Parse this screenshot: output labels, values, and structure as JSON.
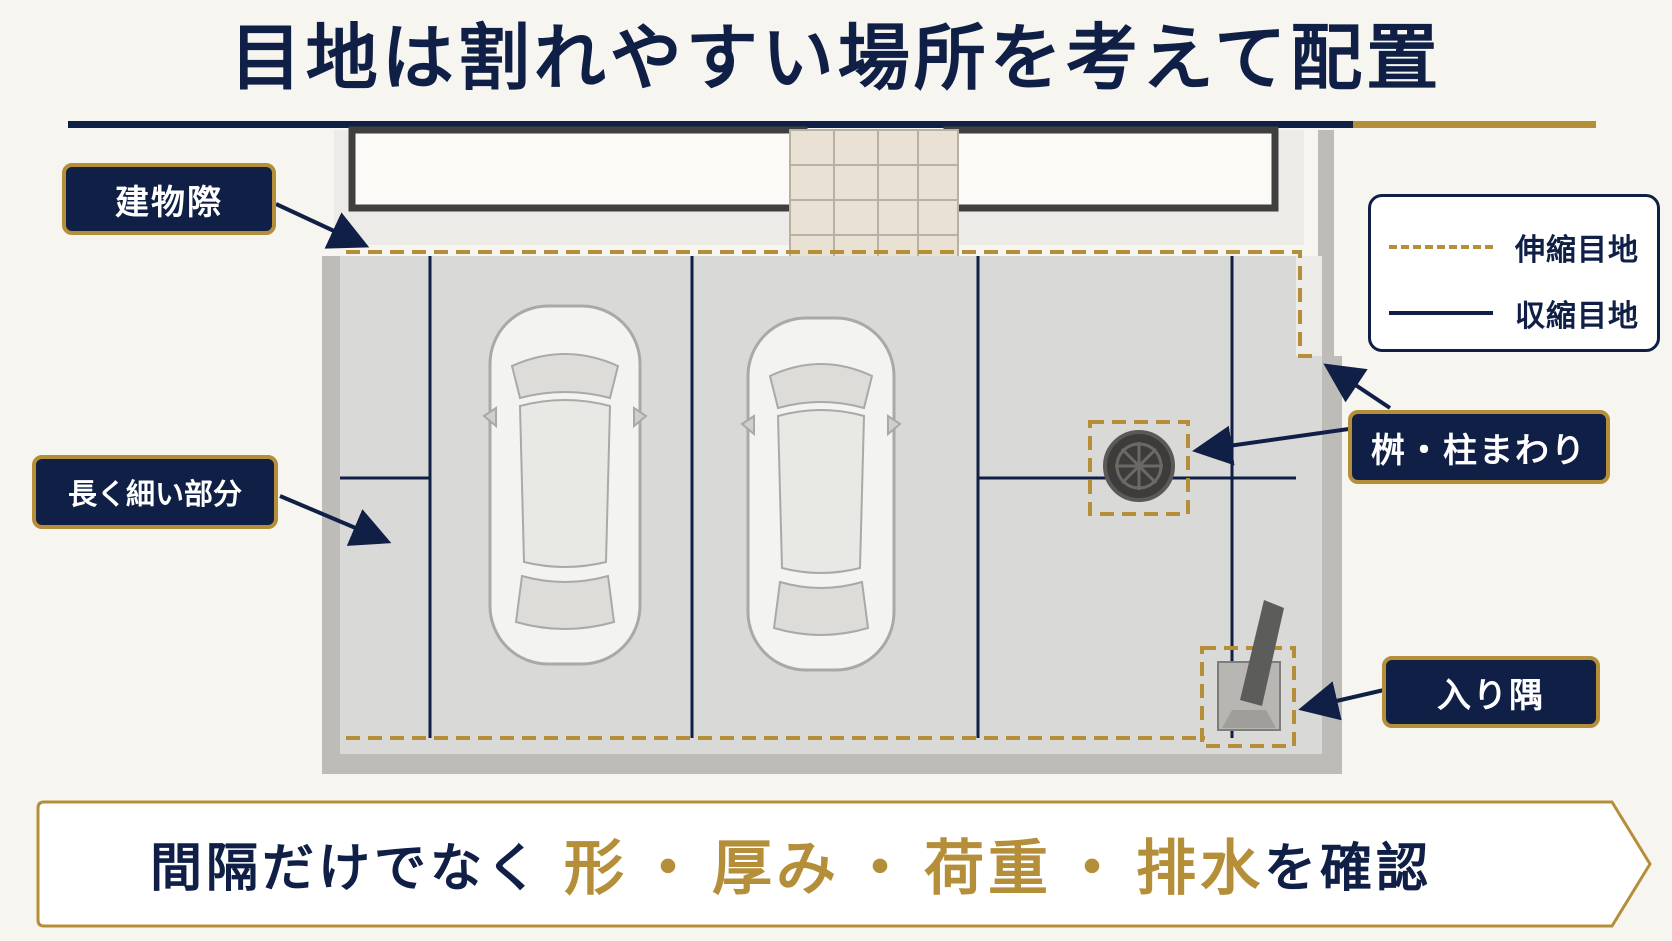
{
  "title": "目地は割れやすい場所を考えて配置",
  "legend": {
    "expansion_joint": "伸縮目地",
    "contraction_joint": "収縮目地"
  },
  "callouts": {
    "building_edge": "建物際",
    "long_narrow": "長く細い部分",
    "basin_pillar": "桝・柱まわり",
    "inside_corner": "入り隅"
  },
  "banner": {
    "prefix": "間隔だけでなく",
    "item1": "形",
    "sep1": "・",
    "item2": "厚み",
    "sep2": "・",
    "item3": "荷重",
    "sep3": "・",
    "item4": "排水",
    "suffix": "を確認"
  },
  "colors": {
    "navy": "#0f1f45",
    "gold": "#b58e3a",
    "concrete": "#d9d9d7",
    "background": "#f7f5ef"
  },
  "icons": [
    "arrow-icon",
    "manhole-icon",
    "pillar-icon",
    "car-icon"
  ]
}
